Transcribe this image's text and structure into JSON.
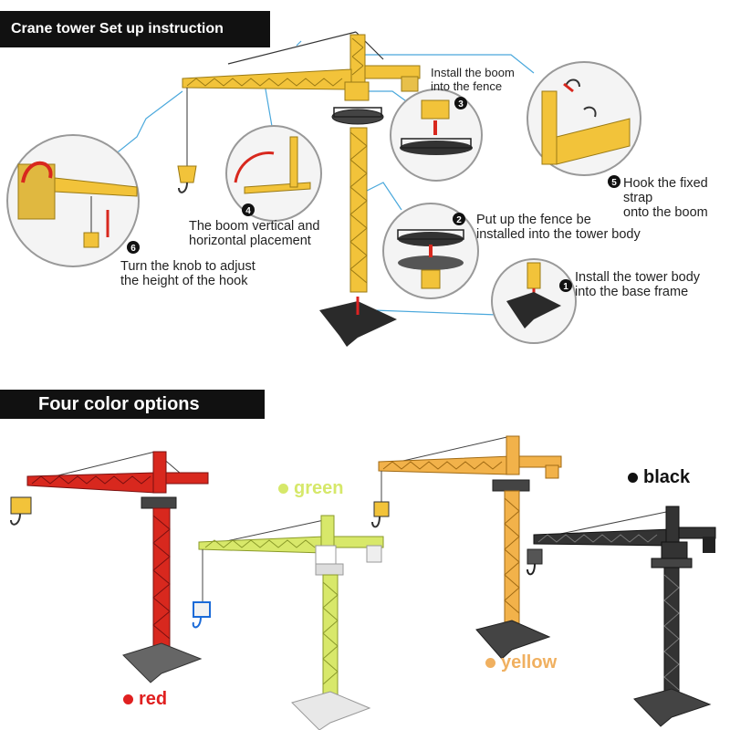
{
  "header": {
    "title": "Crane tower Set up instruction"
  },
  "steps": [
    {
      "number": "1",
      "text": [
        "Install the tower body",
        "into the base frame"
      ]
    },
    {
      "number": "2",
      "text": [
        "Put up the fence be",
        "installed into the tower body"
      ]
    },
    {
      "number": "3",
      "text": [
        "Install the boom",
        "into the fence"
      ]
    },
    {
      "number": "4",
      "text": [
        "The boom vertical and",
        "horizontal placement"
      ]
    },
    {
      "number": "5",
      "text": [
        "Hook the fixed strap",
        "onto the boom"
      ]
    },
    {
      "number": "6",
      "text": [
        "Turn the knob to adjust",
        "the height of the hook"
      ]
    }
  ],
  "colors_section": {
    "title": "Four color options",
    "options": [
      {
        "label": "red",
        "color": "#e02020"
      },
      {
        "label": "green",
        "color": "#d6e86a"
      },
      {
        "label": "yellow",
        "color": "#f0b060"
      },
      {
        "label": "black",
        "color": "#111111"
      }
    ]
  },
  "crane_colors": {
    "main": "#f2c33a",
    "red": "#d8281e",
    "green": "#d8e86a",
    "yellow": "#f2b24a",
    "black": "#333333"
  }
}
